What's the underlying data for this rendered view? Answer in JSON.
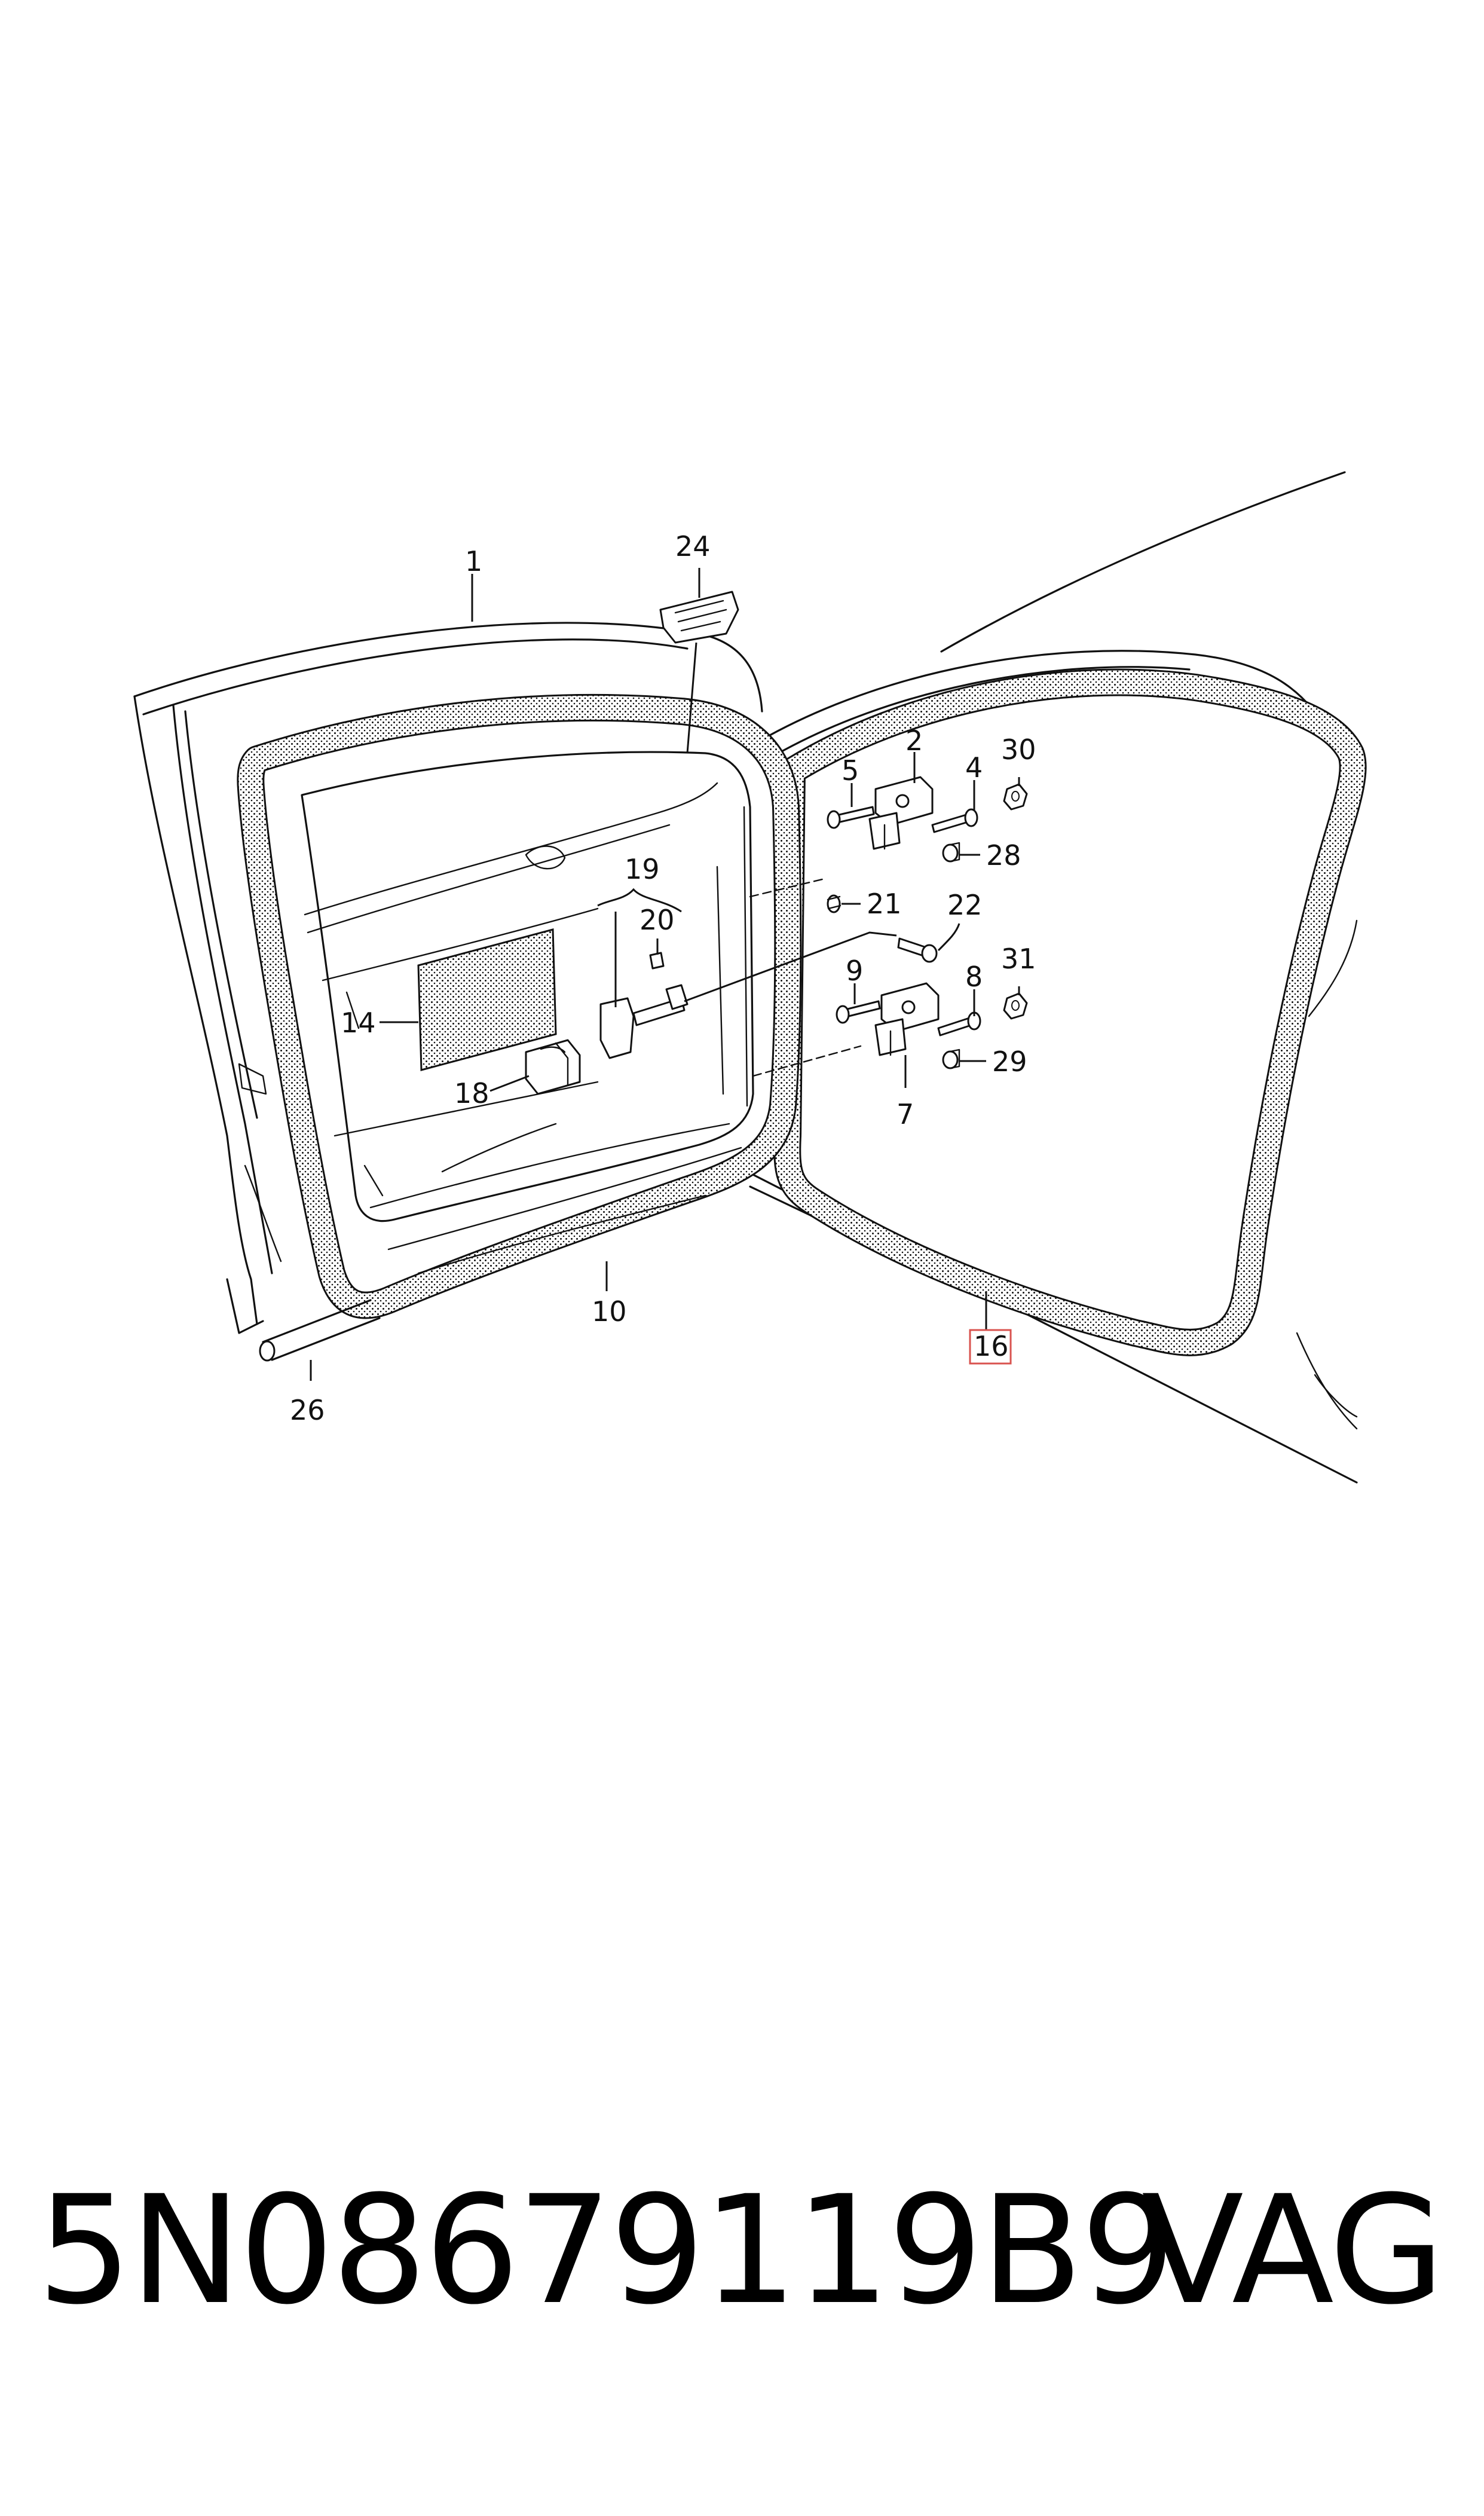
{
  "callouts": {
    "c1": "1",
    "c2": "2",
    "c4": "4",
    "c5": "5",
    "c7": "7",
    "c8": "8",
    "c9": "9",
    "c10": "10",
    "c14": "14",
    "c16": "16",
    "c18": "18",
    "c19": "19",
    "c20": "20",
    "c21": "21",
    "c22": "22",
    "c24": "24",
    "c26": "26",
    "c28": "28",
    "c29": "29",
    "c30": "30",
    "c31": "31"
  },
  "highlight_color": "#d9534f",
  "footer": {
    "part_number": "5N08679119B9",
    "brand": "VAG"
  }
}
